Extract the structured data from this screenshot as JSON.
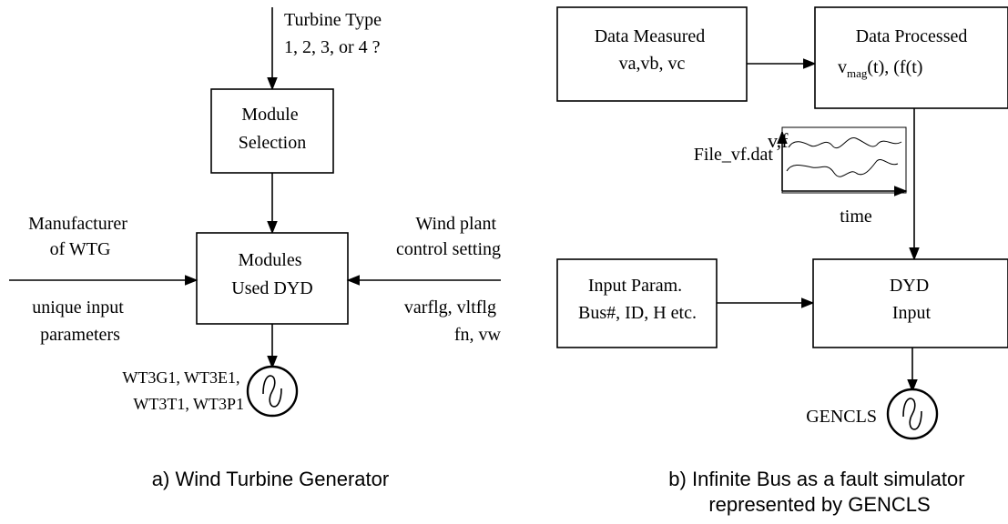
{
  "left": {
    "turbine_type": [
      "Turbine Type",
      "1, 2, 3, or 4 ?"
    ],
    "module_selection": [
      "Module",
      "Selection"
    ],
    "modules_used": [
      "Modules",
      "Used DYD"
    ],
    "manufacturer": [
      "Manufacturer",
      "of WTG"
    ],
    "unique_input": [
      "unique input",
      "parameters"
    ],
    "wind_plant": [
      "Wind plant",
      "control setting"
    ],
    "flags": [
      "varflg, vltflg",
      "fn, vw"
    ],
    "models": [
      "WT3G1, WT3E1,",
      "WT3T1, WT3P1"
    ],
    "caption": "a) Wind Turbine Generator"
  },
  "right": {
    "data_measured": [
      "Data Measured",
      "va,vb, vc"
    ],
    "data_processed": {
      "title": "Data Processed",
      "v": "v",
      "mag": "mag",
      "rest": "(t), (f(t)"
    },
    "vf_axis": "v,f",
    "file": "File_vf.dat",
    "time_axis": "time",
    "input_param": [
      "Input Param.",
      "Bus#, ID, H etc."
    ],
    "dyd_input": [
      "DYD",
      "Input"
    ],
    "gencls": "GENCLS",
    "caption": [
      "b) Infinite Bus as a fault simulator",
      "represented by GENCLS"
    ]
  }
}
